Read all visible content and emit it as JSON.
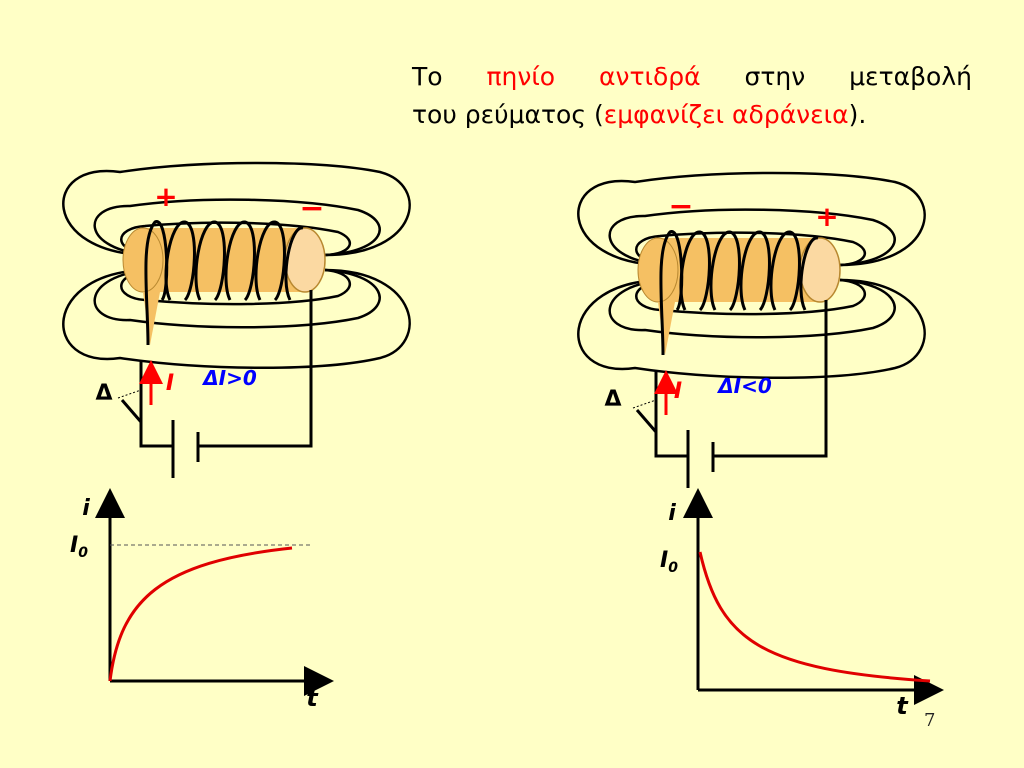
{
  "title": {
    "line1": [
      {
        "text": "Το",
        "color": "#000000"
      },
      {
        "text": "πηνίο",
        "color": "#ff0000"
      },
      {
        "text": "αντιδρά",
        "color": "#ff0000"
      },
      {
        "text": "στην",
        "color": "#000000"
      },
      {
        "text": "μεταβολή",
        "color": "#000000"
      }
    ],
    "line2_pre": "του ρεύματος (",
    "line2_red": "εμφανίζει αδράνεια",
    "line2_post": ")."
  },
  "left_circuit": {
    "pole_near": "+",
    "pole_far": "−",
    "switch_label": "Δ",
    "current_label": "I",
    "change_label": "ΔI>0"
  },
  "right_circuit": {
    "pole_near": "−",
    "pole_far": "+",
    "switch_label": "Δ",
    "current_label": "I",
    "change_label": "ΔI<0"
  },
  "left_graph": {
    "y_label": "i",
    "x_label": "t",
    "level_label": "I",
    "level_subscript": "0"
  },
  "right_graph": {
    "y_label": "i",
    "x_label": "t",
    "level_label": "I",
    "level_subscript": "0"
  },
  "slide_number": "7",
  "colors": {
    "background": "#ffffc6",
    "accent_red": "#ff0000",
    "label_blue": "#0000ff",
    "coil_fill": "#f5c063",
    "coil_end": "#fbd9a2"
  }
}
